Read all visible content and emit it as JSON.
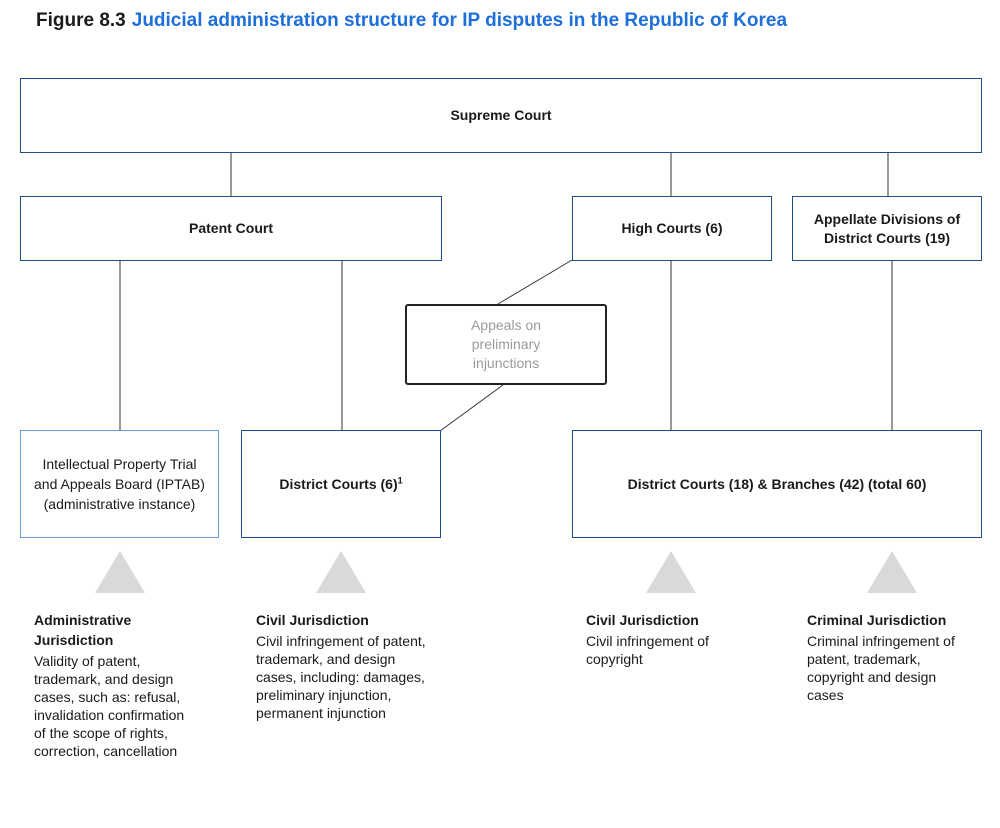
{
  "figure": {
    "number": "Figure 8.3",
    "title": "Judicial administration structure for IP disputes in the Republic of Korea"
  },
  "nodes": {
    "supreme_court": "Supreme Court",
    "patent_court": "Patent Court",
    "high_courts": "High Courts (6)",
    "appellate_divisions": "Appellate Divisions of District Courts (19)",
    "appeals_preliminary": "Appeals on preliminary injunctions",
    "iptab": "Intellectual Property Trial and Appeals Board (IPTAB) (administrative instance)",
    "district_courts_6": "District Courts (6)",
    "district_courts_6_sup": "1",
    "district_courts_60": "District Courts (18) & Branches (42) (total 60)"
  },
  "jurisdictions": [
    {
      "heading": "Administrative Jurisdiction",
      "body": "Validity of patent, trademark, and design cases, such as: refusal, invalidation confirmation of the scope of rights, correction, cancellation"
    },
    {
      "heading": "Civil Jurisdiction",
      "body": "Civil infringement of patent, trademark, and design cases, including: damages, preliminary injunction, permanent injunction"
    },
    {
      "heading": "Civil Jurisdiction",
      "body": "Civil infringement of copyright"
    },
    {
      "heading": "Criminal Jurisdiction",
      "body": "Criminal infringement of patent, trademark, copyright and design cases"
    }
  ]
}
